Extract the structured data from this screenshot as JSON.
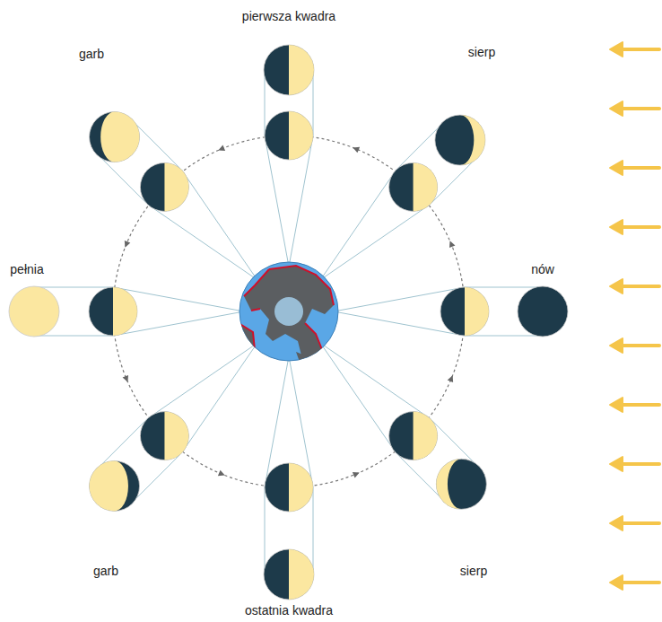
{
  "diagram": {
    "labels": [
      "pierwsza kwadra",
      "garb",
      "sierp",
      "pełnia",
      "nów",
      "garb",
      "sierp",
      "ostatnia kwadra"
    ]
  }
}
